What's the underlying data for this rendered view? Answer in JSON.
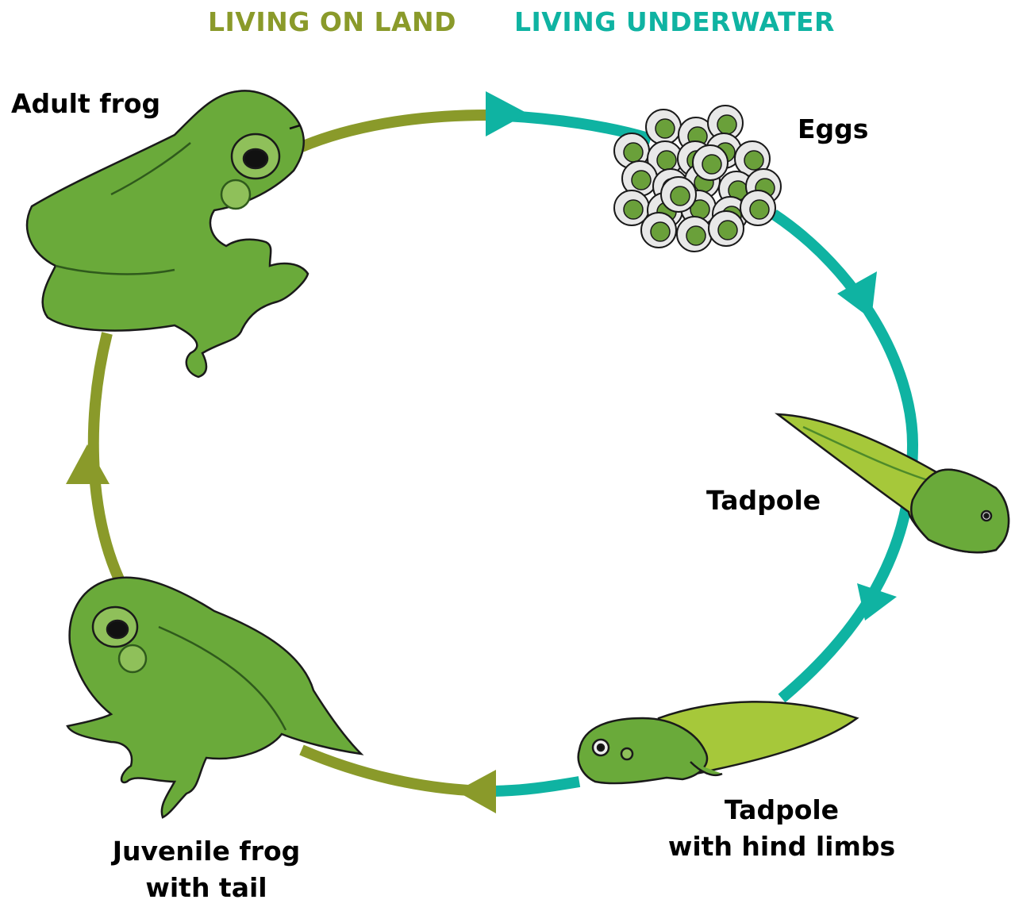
{
  "legend": {
    "land": "LIVING ON LAND",
    "water": "LIVING UNDERWATER",
    "land_color": "#8a9a2a",
    "water_color": "#0fb3a2"
  },
  "stages": {
    "adult": "Adult frog",
    "eggs": "Eggs",
    "tadpole": "Tadpole",
    "hind_line1": "Tadpole",
    "hind_line2": "with hind limbs",
    "juvenile_line1": "Juvenile frog",
    "juvenile_line2": "with tail"
  },
  "colors": {
    "frog_body": "#6aaa3a",
    "frog_dark": "#4e8a2a",
    "tadpole_tail": "#a6c83a",
    "egg_shell": "#e8e8e8",
    "egg_core": "#6aa03a"
  }
}
